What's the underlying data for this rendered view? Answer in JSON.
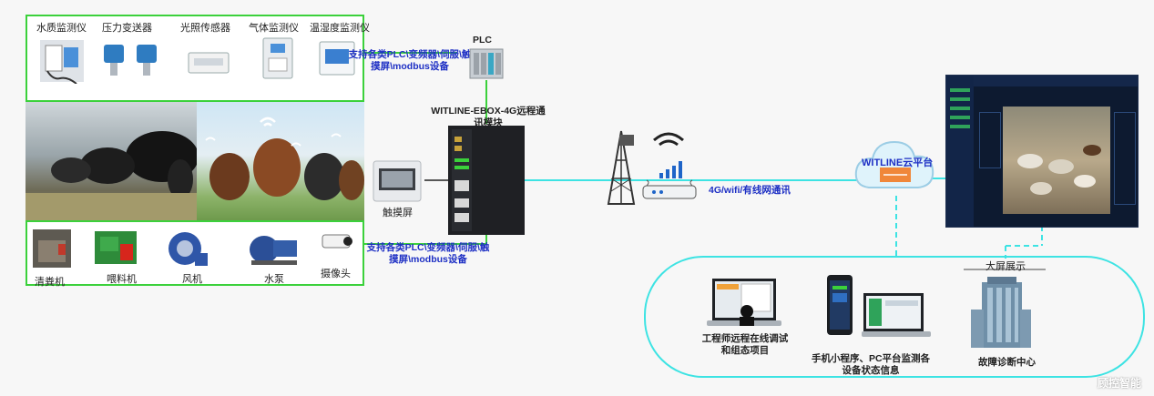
{
  "sensors": [
    {
      "label": "水质监测仪",
      "icon": "water-quality-meter-icon"
    },
    {
      "label": "压力变送器",
      "icon": "pressure-transmitter-icon"
    },
    {
      "label": "光照传感器",
      "icon": "light-sensor-icon"
    },
    {
      "label": "气体监测仪",
      "icon": "gas-monitor-icon"
    },
    {
      "label": "温湿度监测仪",
      "icon": "temp-humidity-monitor-icon"
    }
  ],
  "equipment": [
    {
      "label": "清粪机",
      "icon": "manure-cleaner-icon"
    },
    {
      "label": "喂料机",
      "icon": "feeder-icon"
    },
    {
      "label": "风机",
      "icon": "fan-icon"
    },
    {
      "label": "水泵",
      "icon": "water-pump-icon"
    },
    {
      "label": "摄像头",
      "icon": "camera-icon"
    }
  ],
  "plc": {
    "label": "PLC"
  },
  "top_support": "支持各类PLC\\变频器\\伺服\\触摸屏\\modbus设备",
  "bottom_support": "支持各类PLC\\变频器\\伺服\\触摸屏\\modbus设备",
  "gateway": {
    "label": "WITLINE-EBOX-4G远程通讯模块"
  },
  "touchscreen": {
    "label": "触摸屏"
  },
  "network": {
    "label": "4G/wifi/有线网通讯"
  },
  "cloud": {
    "label": "WITLINE云平台"
  },
  "bigscreen": {
    "label": "大屏展示"
  },
  "terminals": [
    {
      "label": "工程师远程在线调试和组态项目"
    },
    {
      "label": "手机小程序、PC平台监测各设备状态信息"
    },
    {
      "label": "故障诊断中心"
    }
  ],
  "watermark": "顾控智能",
  "colors": {
    "line": "#3de3e3",
    "border": "#3bd13b",
    "highlight": "#1d2fc4"
  }
}
